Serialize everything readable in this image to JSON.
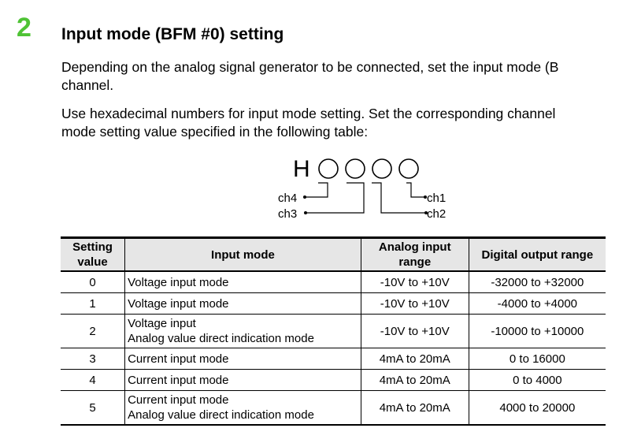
{
  "section": {
    "number": "2",
    "title": "Input mode (BFM #0) setting"
  },
  "paragraphs": {
    "p1_line1": "Depending on the analog signal generator to be connected, set the input mode (B",
    "p1_line2": "channel.",
    "p2_line1": "Use hexadecimal numbers for input mode setting. Set the corresponding channel",
    "p2_line2": "mode setting value specified in the following table:"
  },
  "diagram": {
    "prefix": "H",
    "left_labels": [
      "ch4",
      "ch3"
    ],
    "right_labels": [
      "ch1",
      "ch2"
    ]
  },
  "table": {
    "headers": {
      "setting_line1": "Setting",
      "setting_line2": "value",
      "mode": "Input mode",
      "range_line1": "Analog input",
      "range_line2": "range",
      "digital": "Digital output range"
    },
    "rows": [
      {
        "value": "0",
        "mode_line1": "Voltage input mode",
        "mode_line2": "",
        "analog": "-10V to +10V",
        "digital": "-32000 to +32000"
      },
      {
        "value": "1",
        "mode_line1": "Voltage input mode",
        "mode_line2": "",
        "analog": "-10V to +10V",
        "digital": "-4000 to +4000"
      },
      {
        "value": "2",
        "mode_line1": "Voltage input",
        "mode_line2": "Analog value direct indication mode",
        "analog": "-10V to +10V",
        "digital": "-10000 to +10000"
      },
      {
        "value": "3",
        "mode_line1": "Current input mode",
        "mode_line2": "",
        "analog": "4mA to 20mA",
        "digital": "0 to 16000"
      },
      {
        "value": "4",
        "mode_line1": "Current input mode",
        "mode_line2": "",
        "analog": "4mA to 20mA",
        "digital": "0 to 4000"
      },
      {
        "value": "5",
        "mode_line1": "Current input mode",
        "mode_line2": "Analog value direct indication mode",
        "analog": "4mA to 20mA",
        "digital": "4000 to 20000"
      }
    ]
  }
}
